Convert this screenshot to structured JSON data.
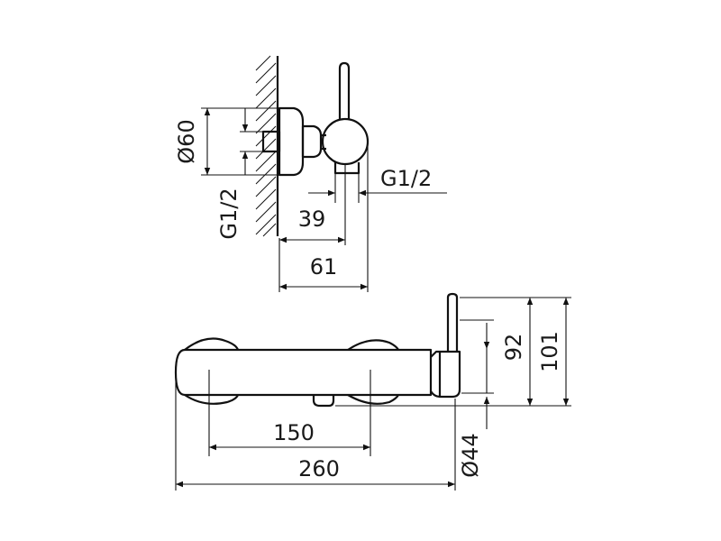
{
  "dimensions": {
    "diameter_60": "Ø60",
    "thread_side_left": "G1/2",
    "thread_side_right": "G1/2",
    "depth_39": "39",
    "depth_61": "61",
    "height_92": "92",
    "height_101": "101",
    "diameter_44": "Ø44",
    "centers_150": "150",
    "length_260": "260"
  }
}
